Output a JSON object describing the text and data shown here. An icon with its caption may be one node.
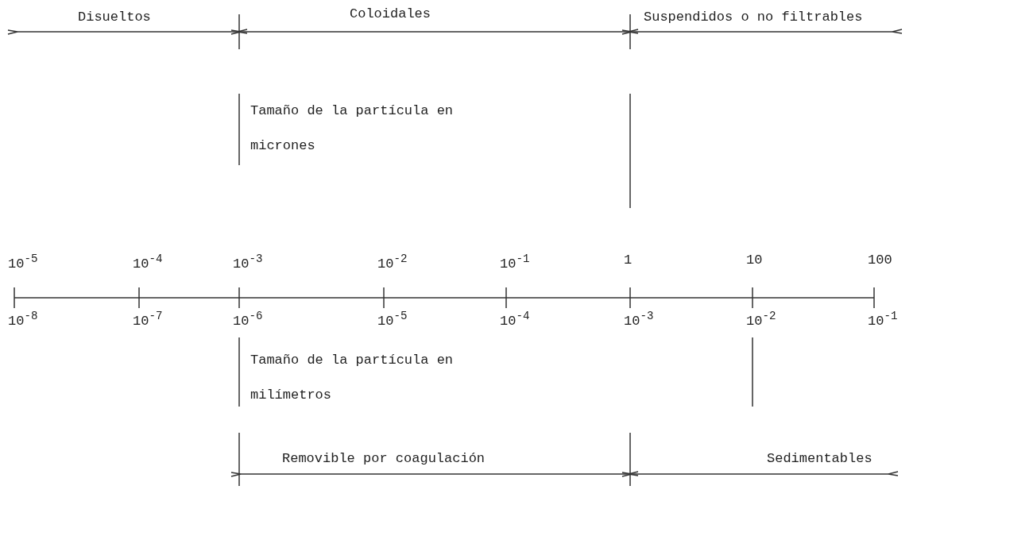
{
  "diagram": {
    "labels": [
      "Disueltos",
      "Coloidales",
      "Suspendidos o no filtrables",
      "Tamaño de la partícula en micrones",
      "10$^{-5}$",
      "10$^{-4}$",
      "10$^{-3}$",
      "10$^{-2}$",
      "10$^{-1}$",
      "1",
      "10",
      "100",
      "10$^{-8}$",
      "10$^{-7}$",
      "10$^{-6}$",
      "10$^{-5}$",
      "10$^{-4}$",
      "10$^{-3}$",
      "10$^{-2}$",
      "10$^{-1}$",
      "Tamaño de la partícula en milímetros",
      "Removible por coagulación",
      "Sedimentables"
    ]
  }
}
